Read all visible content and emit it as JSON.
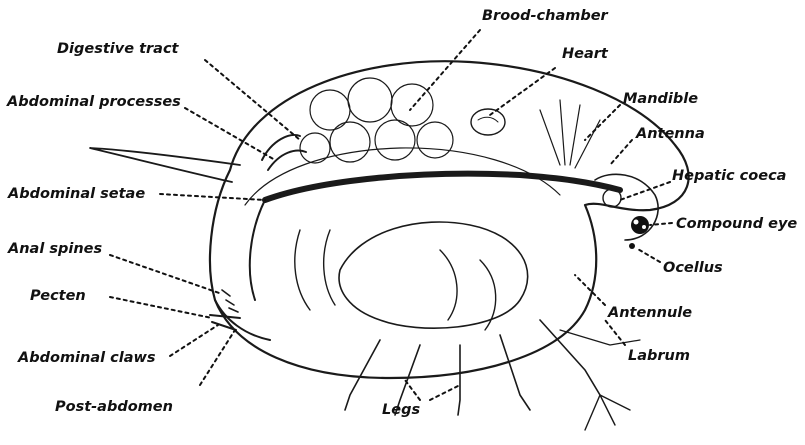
{
  "labels": {
    "brood_chamber": "Brood-chamber",
    "digestive_tract": "Digestive tract",
    "heart": "Heart",
    "abdominal_processes": "Abdominal processes",
    "mandible": "Mandible",
    "antenna": "Antenna",
    "hepatic_coeca": "Hepatic coeca",
    "abdominal_setae": "Abdominal setae",
    "compound_eye": "Compound eye",
    "anal_spines": "Anal spines",
    "ocellus": "Ocellus",
    "pecten": "Pecten",
    "antennule": "Antennule",
    "abdominal_claws": "Abdominal claws",
    "labrum": "Labrum",
    "post_abdomen": "Post-abdomen",
    "legs": "Legs"
  }
}
